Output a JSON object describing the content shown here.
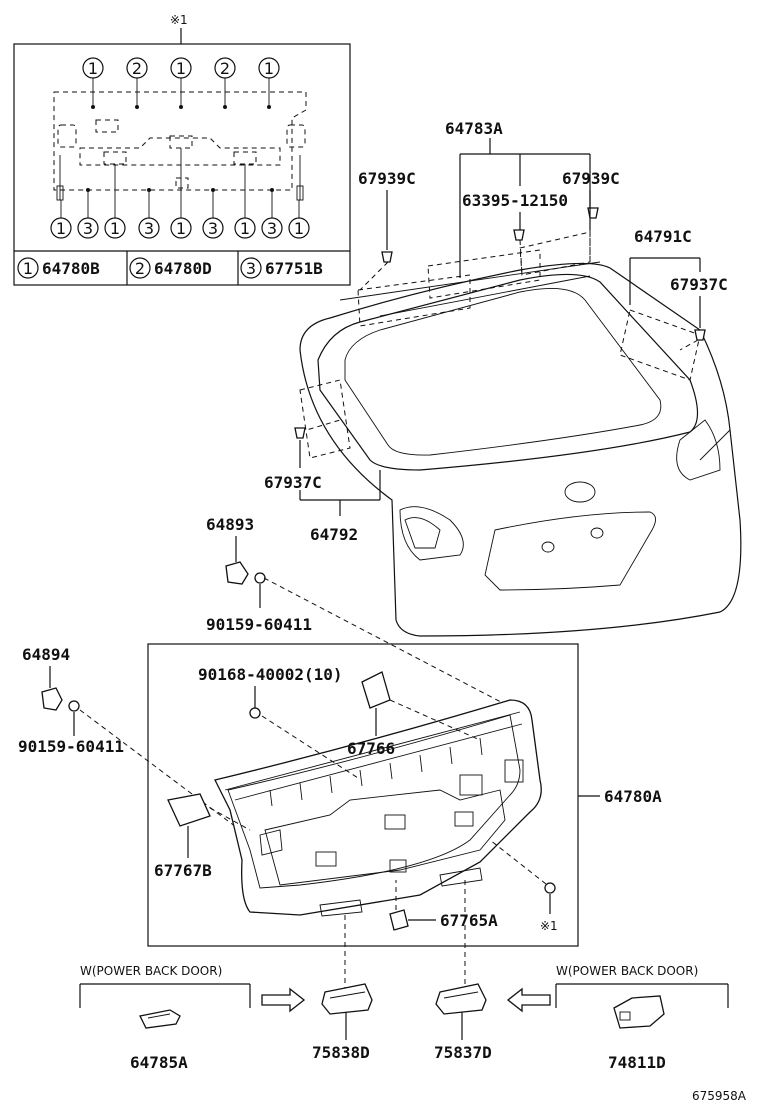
{
  "inset": {
    "mark": "※1",
    "top_callouts": [
      "1",
      "2",
      "1",
      "2",
      "1"
    ],
    "bottom_callouts": [
      "1",
      "3",
      "1",
      "3",
      "1",
      "3",
      "1",
      "3",
      "1"
    ],
    "legend": [
      {
        "num": "1",
        "part": "64780B"
      },
      {
        "num": "2",
        "part": "64780D"
      },
      {
        "num": "3",
        "part": "67751B"
      }
    ]
  },
  "labels": {
    "p64783A": "64783A",
    "p67939C_left": "67939C",
    "p67939C_right": "67939C",
    "p63395": "63395-12150",
    "p64791C": "64791C",
    "p67937C_right": "67937C",
    "p67937C_left": "67937C",
    "p64792": "64792",
    "p64893": "64893",
    "p90159_top": "90159-60411",
    "p64894": "64894",
    "p90168": "90168-40002(10)",
    "p90159_left": "90159-60411",
    "p67766": "67766",
    "p64780A": "64780A",
    "p67767B": "67767B",
    "p67765A": "67765A",
    "mark1": "※1",
    "power_left": "W(POWER BACK DOOR)",
    "power_right": "W(POWER BACK DOOR)",
    "p64785A": "64785A",
    "p75838D": "75838D",
    "p75837D": "75837D",
    "p74811D": "74811D",
    "drawing_id": "675958A"
  }
}
